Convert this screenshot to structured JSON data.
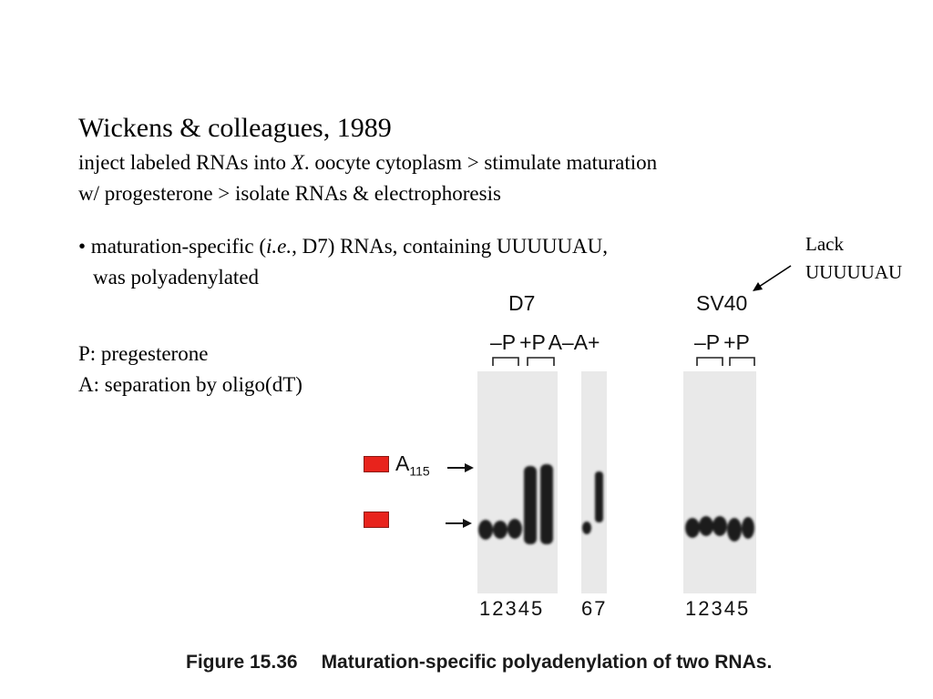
{
  "slide": {
    "title": "Wickens & colleagues, 1989",
    "subtitle_line1_pre": "inject labeled RNAs into ",
    "subtitle_line1_italic": "X",
    "subtitle_line1_post": ". oocyte cytoplasm > stimulate maturation",
    "subtitle_line2": "w/ progesterone > isolate RNAs & electrophoresis",
    "bullet_line1_pre": "• maturation-specific (",
    "bullet_line1_italic": "i.e.",
    "bullet_line1_post": ", D7) RNAs, containing UUUUUAU,",
    "bullet_line2": "was polyadenylated",
    "legend_p": "P: pregesterone",
    "legend_a": "A: separation by oligo(dT)",
    "annotation_line1": "Lack",
    "annotation_line2": "UUUUUAU"
  },
  "figure": {
    "d7_label": "D7",
    "sv40_label": "SV40",
    "d7_conditions": "–P +P  A–A+",
    "sv40_conditions": "–P +P",
    "band_label_main": "A",
    "band_label_sub": "115",
    "d7_lanes": "12345",
    "aa_lanes": "67",
    "sv40_lanes": "12345",
    "caption_number": "Figure 15.36",
    "caption_title": "Maturation-specific polyadenylation of two RNAs."
  },
  "colors": {
    "marker_red": "#e8231c",
    "gel_background": "#e9e9e9",
    "band_dark": "#1c1c1c"
  }
}
